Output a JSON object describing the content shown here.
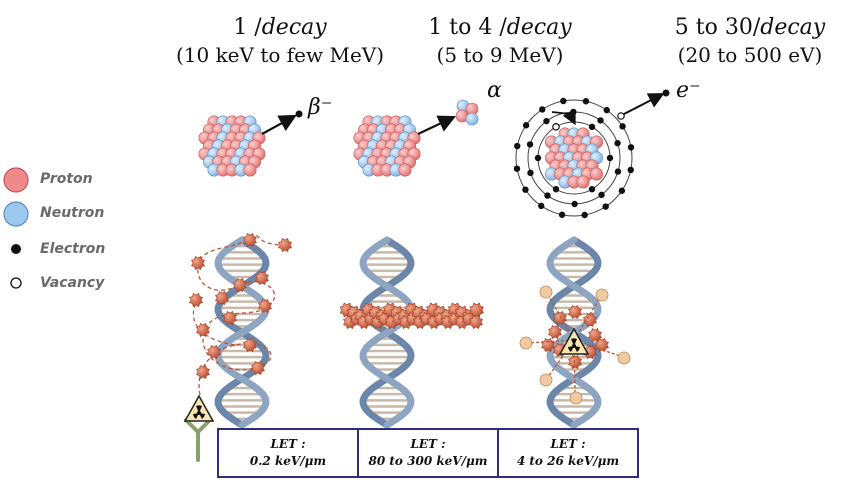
{
  "columns": [
    {
      "rate": "1 /",
      "rate_unit": "decay",
      "energy": "(10 keV to few MeV)",
      "particle": "β⁻",
      "let_label": "LET :",
      "let_value": "0.2 keV/μm"
    },
    {
      "rate": "1 to 4 /",
      "rate_unit": "decay",
      "energy": "(5 to 9 MeV)",
      "particle": "α",
      "let_label": "LET :",
      "let_value": "80 to 300 keV/μm"
    },
    {
      "rate": "5 to 30/",
      "rate_unit": "decay",
      "energy": "(20 to 500 eV)",
      "particle": "e⁻",
      "let_label": "LET :",
      "let_value": "4 to 26 keV/μm"
    }
  ],
  "legend": [
    {
      "label": "Proton",
      "icon": "proton-icon",
      "color": "#f08a8a"
    },
    {
      "label": "Neutron",
      "icon": "neutron-icon",
      "color": "#9cc8ef"
    },
    {
      "label": "Electron",
      "icon": "electron-icon",
      "color": "#111111"
    },
    {
      "label": "Vacancy",
      "icon": "vacancy-icon",
      "color": "#ffffff"
    }
  ],
  "colors": {
    "proton": "#f08a8a",
    "neutron": "#9cc8ef",
    "dna_strand": "#6b86a8",
    "dna_rung": "#c9b9a8",
    "damage": "#d9674a",
    "border": "#2e2d7a"
  }
}
